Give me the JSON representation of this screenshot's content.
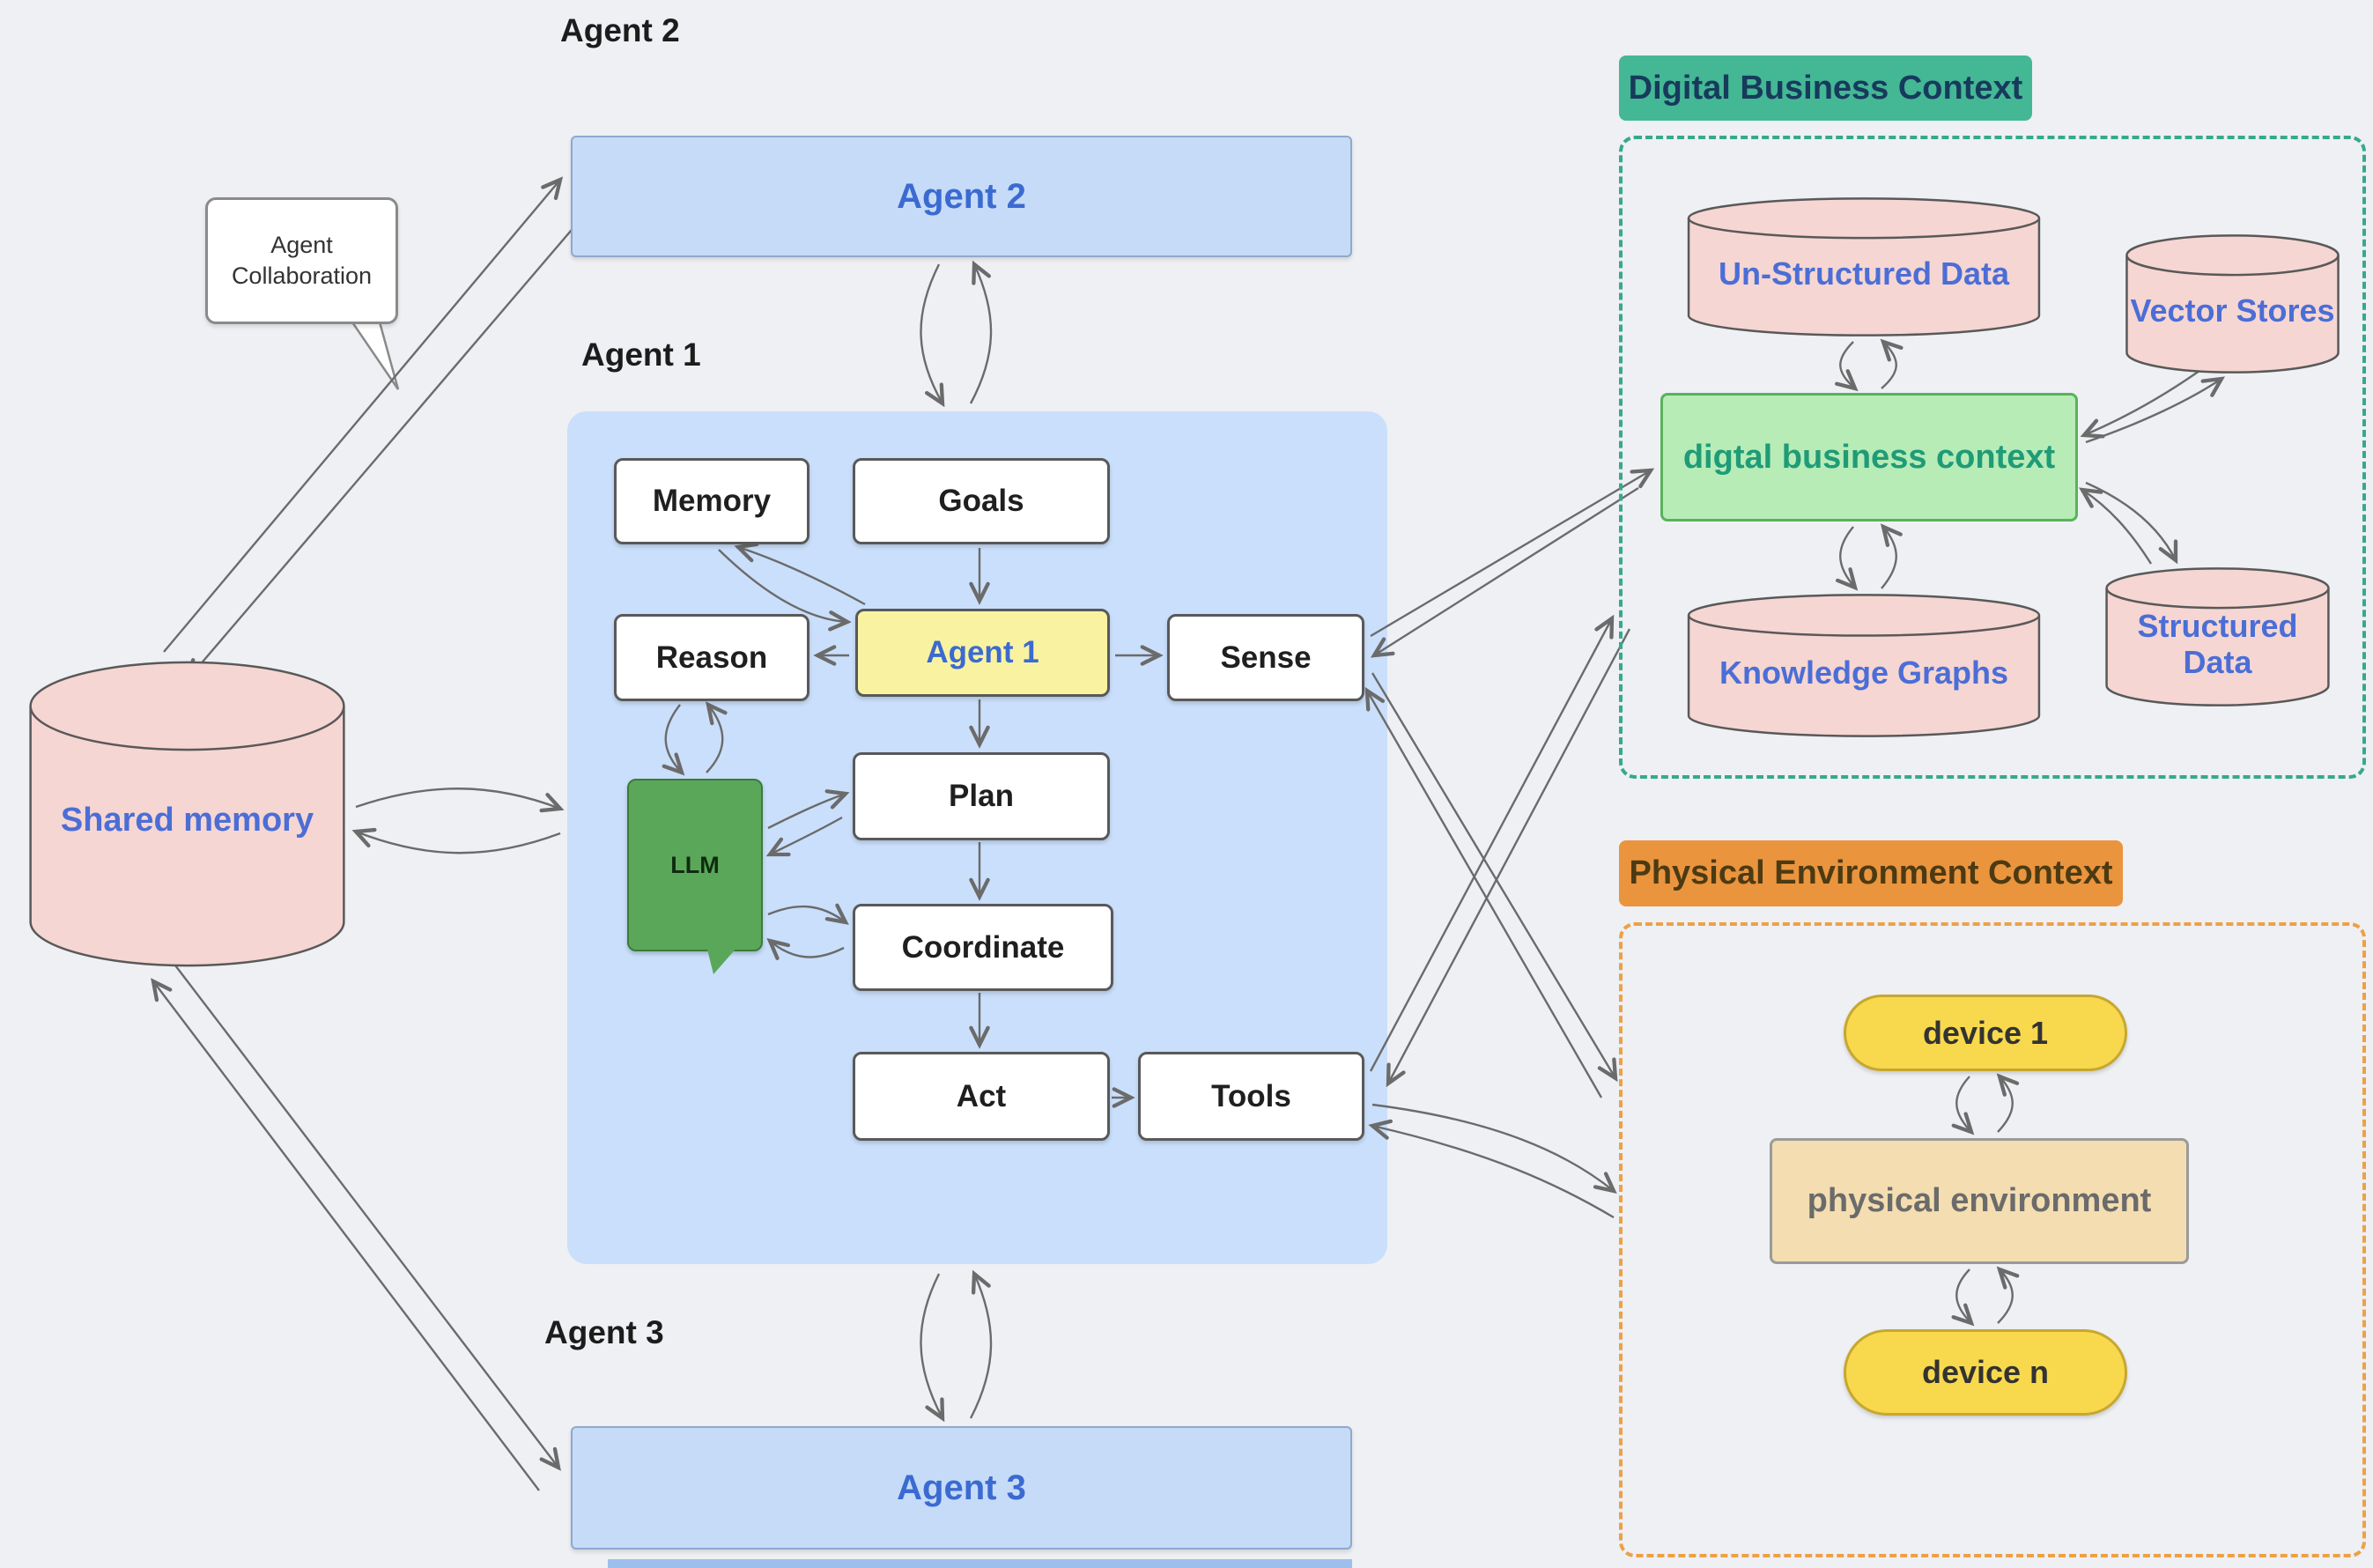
{
  "palette": {
    "background": "#eef0f4",
    "agent_box_fill": "#c5dbf7",
    "agent_box_border": "#8fa9cc",
    "agent_box_text": "#3b6ad1",
    "agent1_container_fill": "#cadffb",
    "node_fill": "#ffffff",
    "node_border": "#595959",
    "node_text": "#1f1f1f",
    "agent1_fill": "#f9f3a1",
    "llm_fill": "#5aa75a",
    "pink_fill": "#f6d6d2",
    "cylinder_text": "#4b6ed6",
    "green_box_fill": "#b7ecb7",
    "green_box_border": "#59b25a",
    "green_box_text": "#1f9b77",
    "teal_badge_fill": "#44b795",
    "teal_badge_text": "#173a5c",
    "teal_border": "#36a98c",
    "orange_badge_fill": "#ea943e",
    "orange_badge_text": "#4c3a12",
    "orange_border": "#eea045",
    "yellow_pill_fill": "#f8d94d",
    "yellow_pill_border": "#c7a730",
    "tan_fill": "#f4ddb0",
    "edge_color": "#6b6b6b"
  },
  "sections": {
    "agent2_label": "Agent 2",
    "agent1_label": "Agent 1",
    "agent3_label": "Agent 3",
    "digital_badge": "Digital Business  Context",
    "physical_badge": "Physical Environment  Context"
  },
  "nodes": {
    "agent2": "Agent 2",
    "agent3": "Agent 3",
    "shared_memory": "Shared memory",
    "collaboration": "Agent Collaboration",
    "memory": "Memory",
    "goals": "Goals",
    "reason": "Reason",
    "agent1": "Agent 1",
    "sense": "Sense",
    "llm": "LLM",
    "plan": "Plan",
    "coordinate": "Coordinate",
    "act": "Act",
    "tools": "Tools",
    "unstructured": "Un-Structured Data",
    "vector_stores": "Vector Stores",
    "digital_business": "digtal business context",
    "knowledge_graphs": "Knowledge Graphs",
    "structured_data": "Structured Data",
    "device1": "device 1",
    "physical_environment": "physical environment",
    "device_n": "device n"
  },
  "edges": [
    {
      "from": "shared_memory",
      "to": "agent2",
      "bidirectional": true
    },
    {
      "from": "shared_memory",
      "to": "agent1_container",
      "bidirectional": true
    },
    {
      "from": "shared_memory",
      "to": "agent3",
      "bidirectional": true
    },
    {
      "from": "agent2",
      "to": "agent1_container",
      "bidirectional": true
    },
    {
      "from": "agent1_container",
      "to": "agent3",
      "bidirectional": true
    },
    {
      "from": "memory",
      "to": "agent1",
      "bidirectional": true
    },
    {
      "from": "goals",
      "to": "agent1",
      "bidirectional": false
    },
    {
      "from": "agent1",
      "to": "reason",
      "bidirectional": false
    },
    {
      "from": "agent1",
      "to": "sense",
      "bidirectional": false
    },
    {
      "from": "agent1",
      "to": "plan",
      "bidirectional": false
    },
    {
      "from": "reason",
      "to": "llm",
      "bidirectional": true
    },
    {
      "from": "plan",
      "to": "llm",
      "bidirectional": true
    },
    {
      "from": "coordinate",
      "to": "llm",
      "bidirectional": true
    },
    {
      "from": "plan",
      "to": "coordinate",
      "bidirectional": false
    },
    {
      "from": "coordinate",
      "to": "act",
      "bidirectional": false
    },
    {
      "from": "act",
      "to": "tools",
      "bidirectional": false
    },
    {
      "from": "sense",
      "to": "digital_business",
      "bidirectional": true
    },
    {
      "from": "sense",
      "to": "physical_environment",
      "bidirectional": true
    },
    {
      "from": "tools",
      "to": "digital_business",
      "bidirectional": true
    },
    {
      "from": "tools",
      "to": "physical_environment",
      "bidirectional": true
    },
    {
      "from": "unstructured",
      "to": "digital_business",
      "bidirectional": true
    },
    {
      "from": "vector_stores",
      "to": "digital_business",
      "bidirectional": true
    },
    {
      "from": "knowledge_graphs",
      "to": "digital_business",
      "bidirectional": true
    },
    {
      "from": "structured_data",
      "to": "digital_business",
      "bidirectional": true
    },
    {
      "from": "device1",
      "to": "physical_environment",
      "bidirectional": true
    },
    {
      "from": "device_n",
      "to": "physical_environment",
      "bidirectional": true
    }
  ]
}
